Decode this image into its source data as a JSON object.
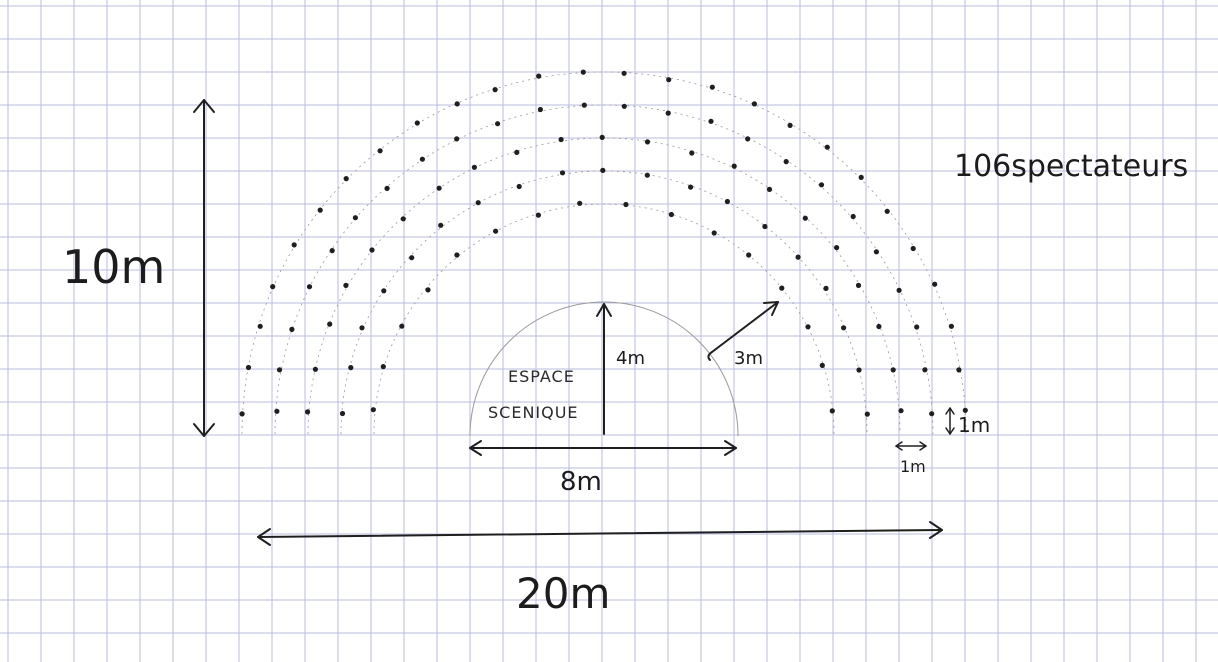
{
  "annotations": {
    "height_label": "10m",
    "width_label": "20m",
    "spectator_count": "106spectateurs",
    "stage_line1": "ESPACE",
    "stage_line2": "SCENIQUE",
    "stage_height": "4m",
    "stage_width": "8m",
    "ring_depth": "3m",
    "row_spacing": "1m",
    "seat_spacing": "1m"
  },
  "colors": {
    "paper": "#ffffff",
    "grid": "#b9bde0",
    "ink": "#1f1f1f",
    "pencil": "#9a9a9a"
  },
  "seating": {
    "rows": 5,
    "total_spectators": 106
  }
}
